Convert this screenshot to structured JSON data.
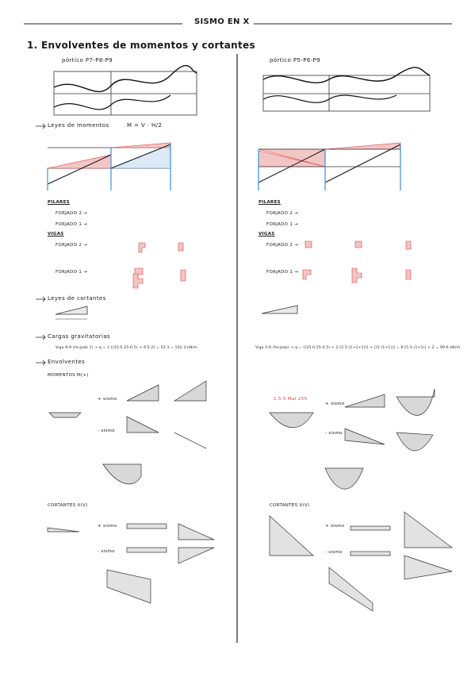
{
  "header": {
    "title": "SISMO EN X"
  },
  "section": {
    "title": "1. Envolventes de momentos y cortantes"
  },
  "left": {
    "frame_title": "pórtico P7-P8-P9",
    "leyes_momentos": "Leyes de momentos",
    "formula_m": "M = V · H/2",
    "pilares": "PILARES",
    "forjado2": "FORJADO 2 →",
    "forjado1": "FORJADO 1 →",
    "vigas": "VIGAS",
    "leyes_cortantes": "Leyes de cortantes",
    "cargas": "Cargas gravitatorias",
    "viga_formula": "Viga 8-9 (forjado 1) → q = 1·[(25·0.25·0.5) + 9·5·2] = 52.3 = 102.3 kN/m",
    "envolventes": "Envolventes",
    "momentos_label": "MOMENTOS M(+)",
    "cortantes_label": "CORTANTES V(V)",
    "sismo_pos": "+ sismo",
    "sismo_neg": "- sismo"
  },
  "right": {
    "frame_title": "pórtico P5-P6-P9",
    "pilares": "PILARES",
    "forjado2": "FORJADO 2 →",
    "forjado1": "FORJADO 1 →",
    "vigas": "VIGAS",
    "viga_formula": "Viga 5-6 (forjado) → q = [(25·0.25·0.5) + 2·(5.5·(1+1+1))] + [(5·(1+1))] = 6·[5.5·(1+1)] + 2 = 99.6 kN/m",
    "annotation_red": "1.5 X Mat 255",
    "cortantes_label": "CORTANTES V(V)",
    "sismo_pos": "+ sismo",
    "sismo_neg": "- sismo"
  },
  "colors": {
    "pink": "#f3c6c6",
    "red": "#e23b3b",
    "blue": "#3a8fd6",
    "gray": "#c8c8c8"
  }
}
